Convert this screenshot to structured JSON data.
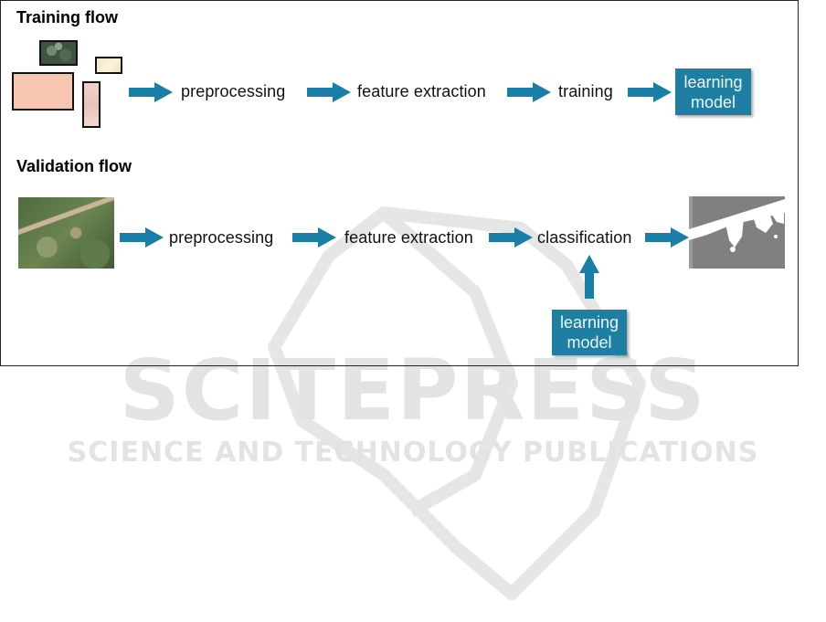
{
  "training": {
    "title": "Training flow",
    "steps": [
      "preprocessing",
      "feature extraction",
      "training"
    ],
    "model": [
      "learning",
      "model"
    ]
  },
  "validation": {
    "title": "Validation flow",
    "steps": [
      "preprocessing",
      "feature extraction",
      "classification"
    ],
    "model": [
      "learning",
      "model"
    ]
  },
  "colors": {
    "arrow": "#1a7fa6",
    "model_box": "#1e7fa3",
    "watermark": "#e3e3e3"
  },
  "watermark": {
    "title": "SCITEPRESS",
    "subtitle": "SCIENCE AND TECHNOLOGY PUBLICATIONS"
  }
}
